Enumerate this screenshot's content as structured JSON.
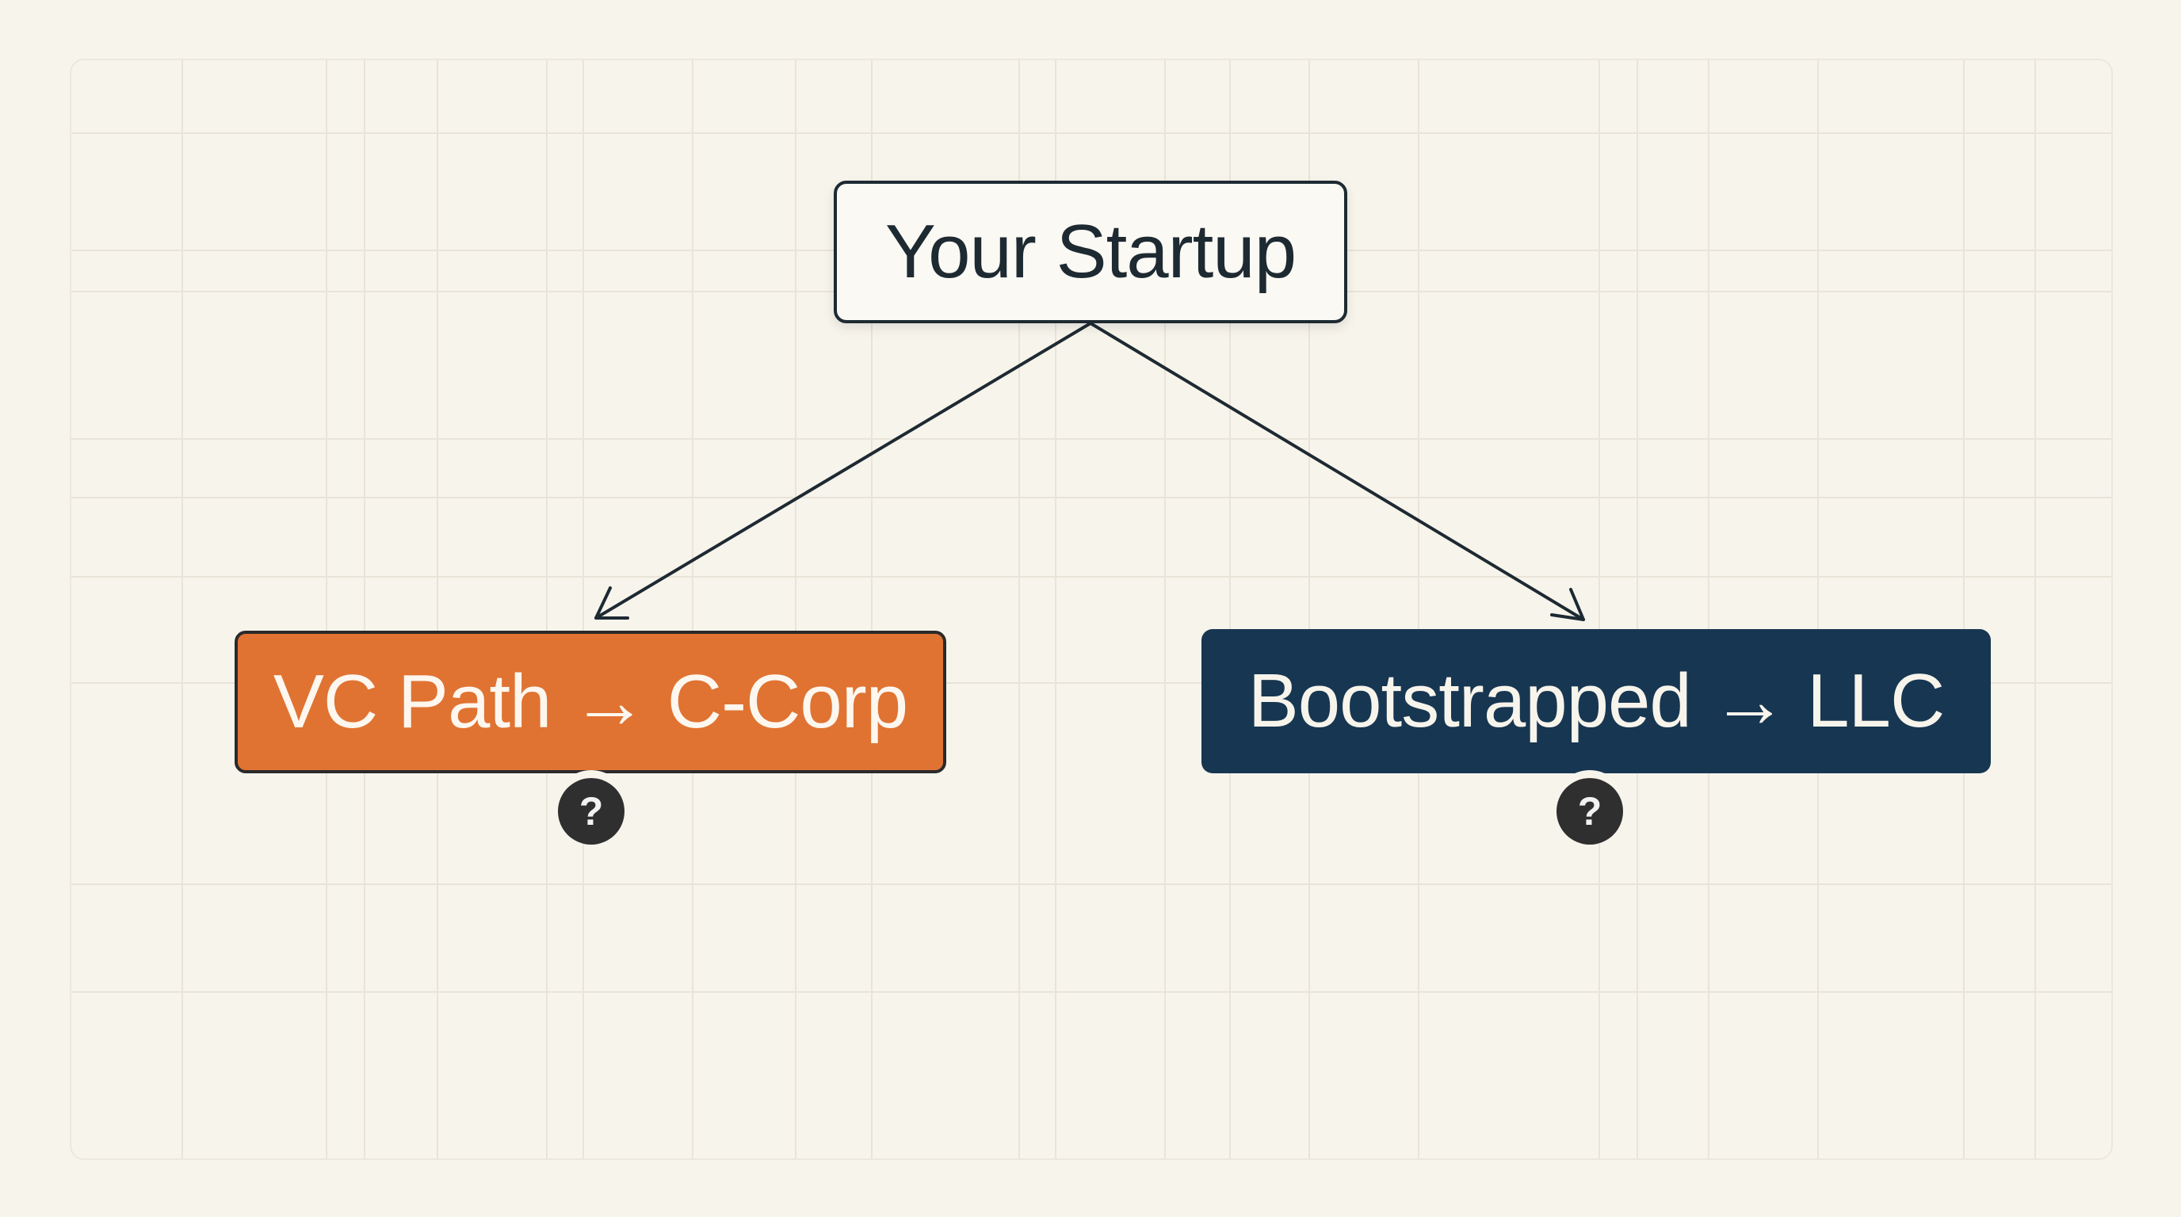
{
  "diagram": {
    "root": {
      "label": "Your Startup"
    },
    "branches": [
      {
        "label": "VC Path → C-Corp",
        "fill": "#e07332",
        "help": "?"
      },
      {
        "label": "Bootstrapped → LLC",
        "fill": "#173651",
        "help": "?"
      }
    ],
    "colors": {
      "background": "#f7f4ec",
      "grid": "#e9e4d8",
      "ink": "#1e2a32",
      "badge": "#2f2f2f"
    }
  }
}
